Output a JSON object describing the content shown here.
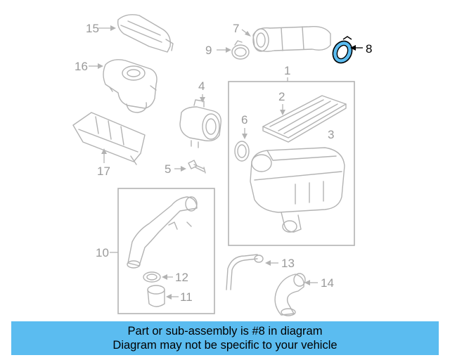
{
  "callouts": [
    "1",
    "2",
    "3",
    "4",
    "5",
    "6",
    "7",
    "8",
    "9",
    "10",
    "11",
    "12",
    "13",
    "14",
    "15",
    "16",
    "17"
  ],
  "highlighted_part": "8",
  "colors": {
    "banner": "#5bbcf0",
    "highlight": "#5bbcf0",
    "linework": "#b3b3b3",
    "label": "#9a9a9a"
  },
  "banner": {
    "line1": "Part or sub-assembly is #8 in diagram",
    "line2": "Diagram may not be specific to your vehicle"
  }
}
